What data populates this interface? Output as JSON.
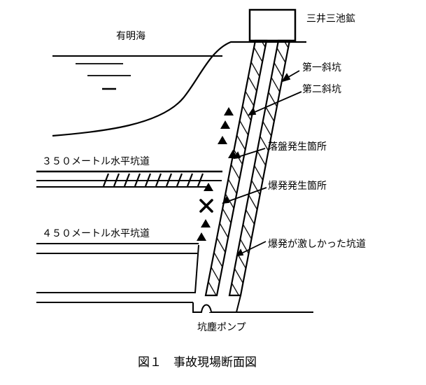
{
  "labels": {
    "mine": "三井三池鉱",
    "sea": "有明海",
    "slope1": "第一斜坑",
    "slope2": "第二斜坑",
    "cavein": "落盤発生箇所",
    "explosion": "爆発発生箇所",
    "level350": "３５０メートル水平坑道",
    "level450": "４５０メートル水平坑道",
    "severe": "爆発が激しかった坑道",
    "pump": "坑塵ポンプ"
  },
  "caption": "図１　事故現場断面図",
  "colors": {
    "ink": "#000000",
    "paper": "#ffffff"
  }
}
